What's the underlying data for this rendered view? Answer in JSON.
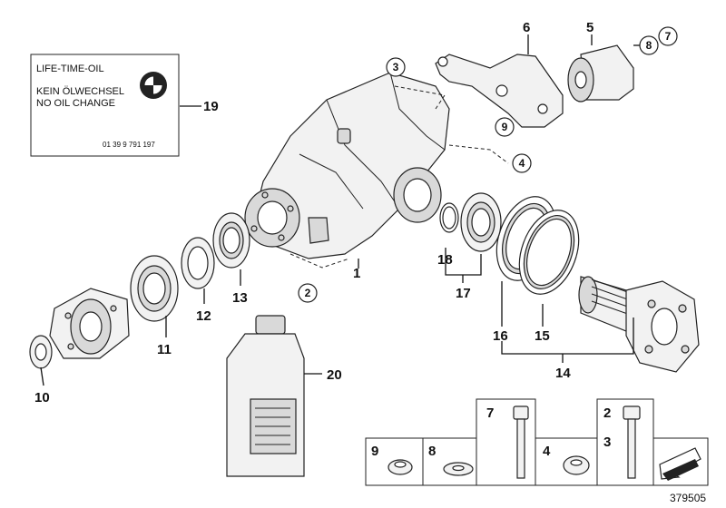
{
  "label": {
    "line1": "LIFE-TIME-OIL",
    "line2": "KEIN ÖLWECHSEL",
    "line3": "NO OIL CHANGE",
    "part_no": "01 39 9 791 197"
  },
  "callouts": {
    "c1": "1",
    "c2": "2",
    "c3": "3",
    "c4": "4",
    "c5": "5",
    "c6": "6",
    "c7": "7",
    "c8": "8",
    "c9": "9",
    "c10": "10",
    "c11": "11",
    "c12": "12",
    "c13": "13",
    "c14": "14",
    "c15": "15",
    "c16": "16",
    "c17": "17",
    "c18": "18",
    "c19": "19",
    "c20": "20",
    "h7": "7",
    "h2": "2",
    "h3": "3",
    "h9": "9",
    "h8": "8",
    "h4": "4"
  },
  "diagram_number": "379505",
  "colors": {
    "line": "#222222",
    "fill": "#f2f2f2",
    "shade": "#d9d9d9"
  }
}
